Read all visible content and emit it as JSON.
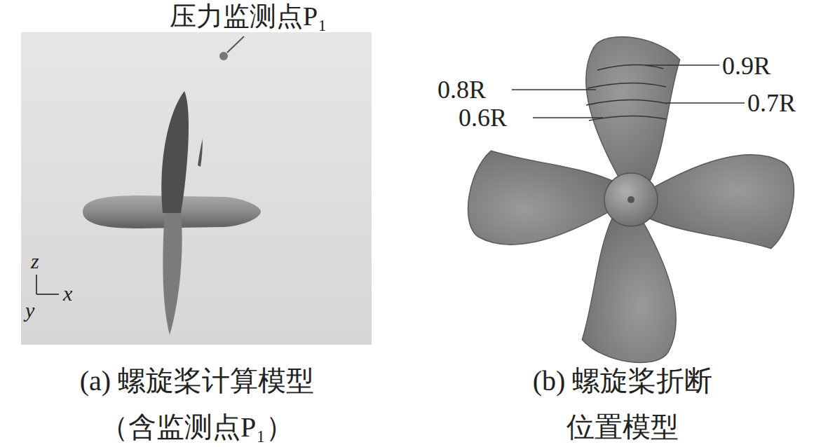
{
  "diagram": {
    "labels": [
      "压力监测点P₁",
      "z",
      "x",
      "y",
      "(a) 螺旋桨计算模型",
      "（含监测点P₁）",
      "0.9R",
      "0.8R",
      "0.7R",
      "0.6R",
      "(b) 螺旋桨折断",
      "位置模型"
    ]
  }
}
